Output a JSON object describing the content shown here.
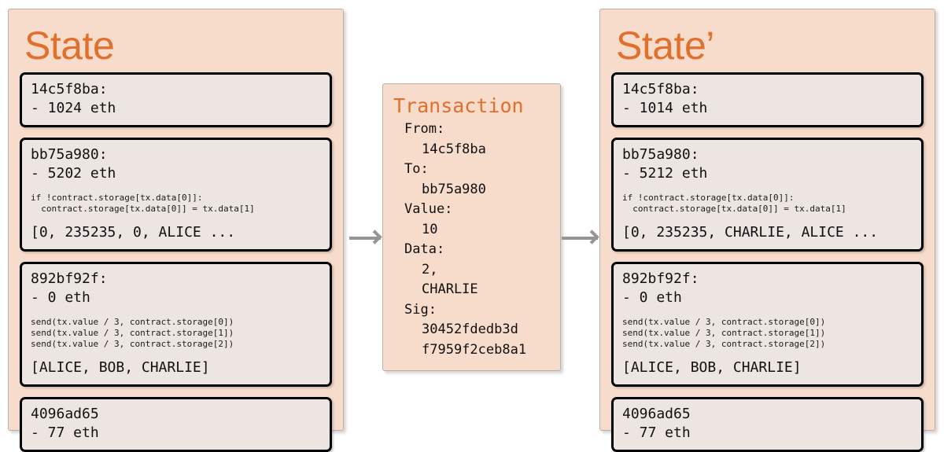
{
  "left_panel": {
    "title": "State",
    "accounts": [
      {
        "name": "acct-14c5f8ba",
        "head": "14c5f8ba:\n- 1024 eth",
        "code": null,
        "storage": null
      },
      {
        "name": "acct-bb75a980",
        "head": "bb75a980:\n- 5202 eth",
        "code": "if !contract.storage[tx.data[0]]:\n  contract.storage[tx.data[0]] = tx.data[1]",
        "storage": "[0, 235235, 0, ALICE ..."
      },
      {
        "name": "acct-892bf92f",
        "head": "892bf92f:\n- 0 eth",
        "code": "send(tx.value / 3, contract.storage[0])\nsend(tx.value / 3, contract.storage[1])\nsend(tx.value / 3, contract.storage[2])",
        "storage": "[ALICE, BOB, CHARLIE]"
      },
      {
        "name": "acct-4096ad65",
        "head": "4096ad65\n- 77 eth",
        "code": null,
        "storage": null
      }
    ]
  },
  "transaction": {
    "title": "Transaction",
    "fields": [
      {
        "name": "from",
        "label": "From:",
        "value": "14c5f8ba"
      },
      {
        "name": "to",
        "label": "To:",
        "value": "bb75a980"
      },
      {
        "name": "value",
        "label": "Value:",
        "value": "10"
      },
      {
        "name": "data",
        "label": "Data:",
        "value": "2,\nCHARLIE"
      },
      {
        "name": "sig",
        "label": "Sig:",
        "value": "30452fdedb3d\nf7959f2ceb8a1"
      }
    ]
  },
  "right_panel": {
    "title": "State’",
    "accounts": [
      {
        "name": "acct-14c5f8ba",
        "head": "14c5f8ba:\n- 1014 eth",
        "code": null,
        "storage": null
      },
      {
        "name": "acct-bb75a980",
        "head": "bb75a980:\n- 5212 eth",
        "code": "if !contract.storage[tx.data[0]]:\n  contract.storage[tx.data[0]] = tx.data[1]",
        "storage": "[0, 235235, CHARLIE, ALICE ..."
      },
      {
        "name": "acct-892bf92f",
        "head": "892bf92f:\n- 0 eth",
        "code": "send(tx.value / 3, contract.storage[0])\nsend(tx.value / 3, contract.storage[1])\nsend(tx.value / 3, contract.storage[2])",
        "storage": "[ALICE, BOB, CHARLIE]"
      },
      {
        "name": "acct-4096ad65",
        "head": "4096ad65\n- 77 eth",
        "code": null,
        "storage": null
      }
    ]
  },
  "arrows": [
    {
      "name": "arrow-state-to-transaction"
    },
    {
      "name": "arrow-transaction-to-state-prime"
    }
  ],
  "colors": {
    "panel_background": "#f7dbcb",
    "box_background": "#ede5e2",
    "title_accent": "#e0702c",
    "border": "#000000",
    "arrow": "#989492"
  }
}
